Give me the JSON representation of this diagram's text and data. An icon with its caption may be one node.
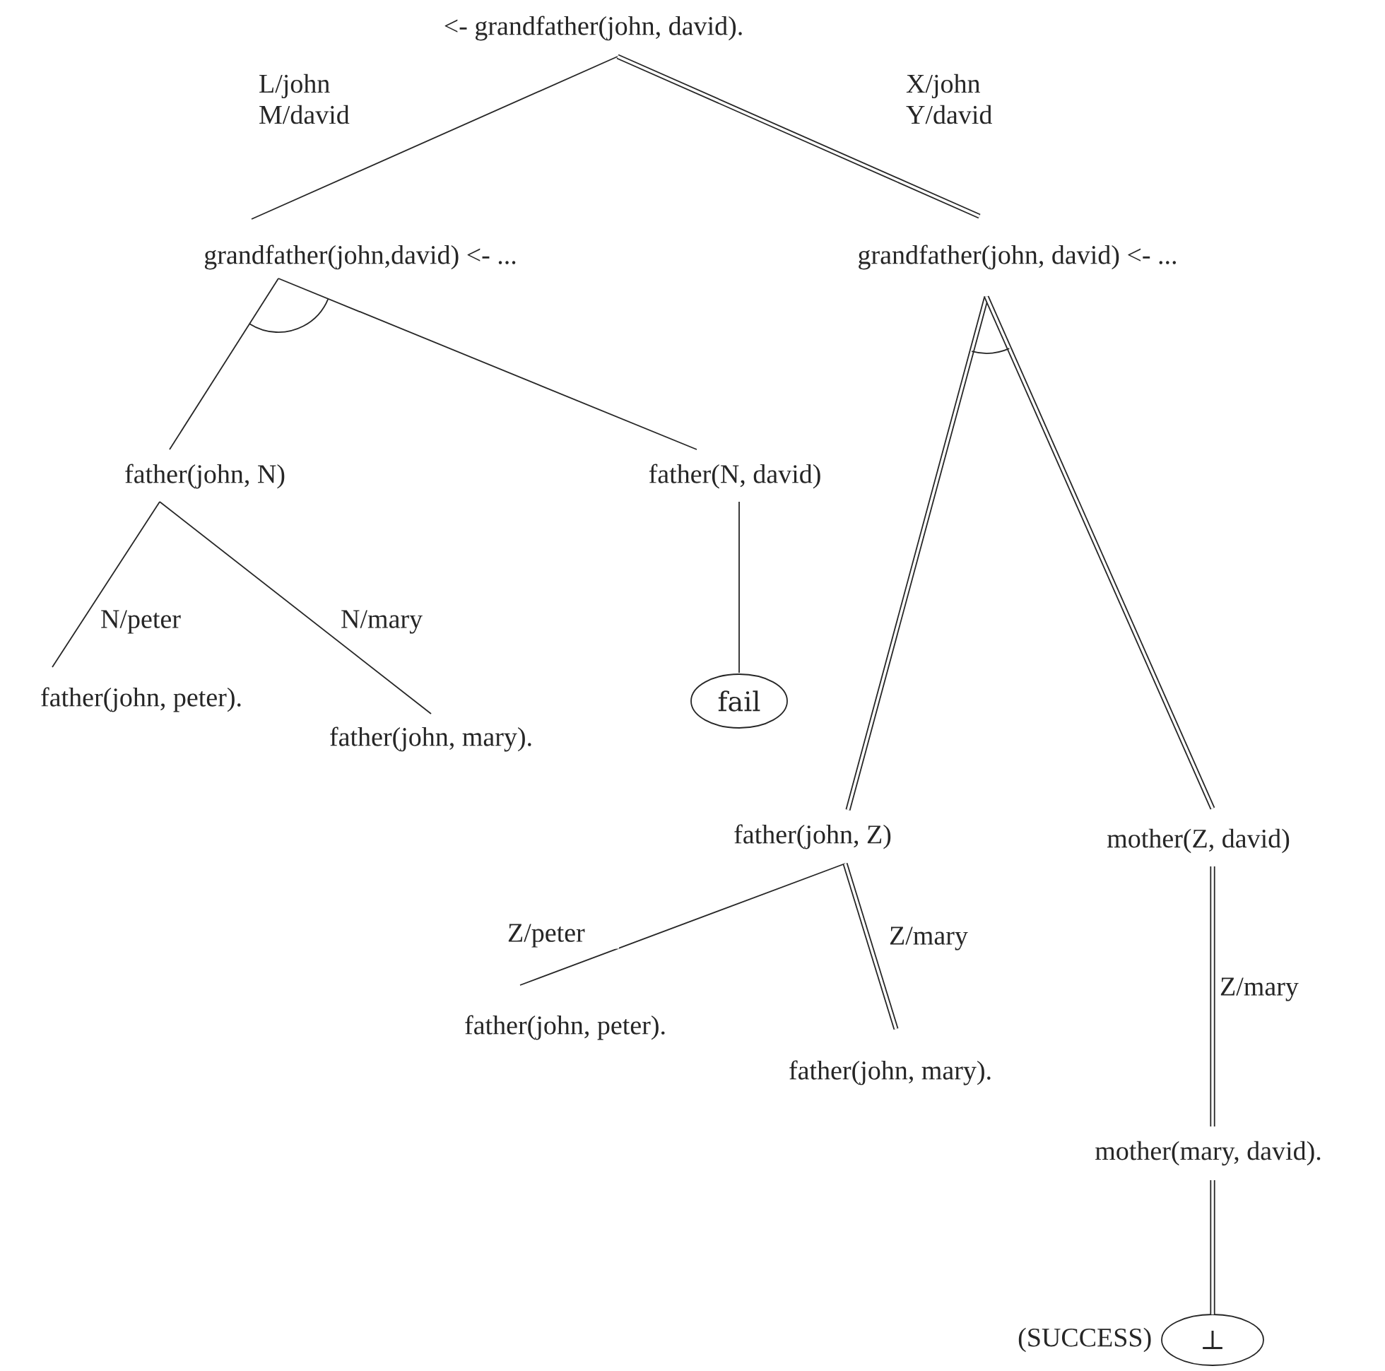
{
  "diagram": {
    "nodes": [
      {
        "text": [
          "<- grandfather(john, david)."
        ]
      },
      {
        "text": [
          "grandfather(john,david) <- ..."
        ]
      },
      {
        "text": [
          "grandfather(john, david) <- ..."
        ]
      },
      {
        "text": [
          "father(john, N)"
        ]
      },
      {
        "text": [
          "father(N, david)"
        ]
      },
      {
        "text": [
          "father(john, peter)."
        ]
      },
      {
        "text": [
          "father(john, mary)."
        ]
      },
      {
        "text": [
          "fail"
        ]
      },
      {
        "text": [
          "father(john, Z)"
        ]
      },
      {
        "text": [
          "mother(Z, david)"
        ]
      },
      {
        "text": [
          "father(john, peter)."
        ]
      },
      {
        "text": [
          "father(john, mary)."
        ]
      },
      {
        "text": [
          "mother(mary, david)."
        ]
      },
      {
        "text": [
          "⊥"
        ],
        "beside": [
          "(SUCCESS)"
        ]
      }
    ],
    "edges": [
      {
        "from": 0,
        "to": 1,
        "arrow": "none",
        "label": "L/john M/david"
      },
      {
        "from": 0,
        "to": 2,
        "arrow": "none",
        "label": "X/john Y/david",
        "style": "thick"
      },
      {
        "from": 1,
        "to": 3,
        "arrow": "none"
      },
      {
        "from": 1,
        "to": 4,
        "arrow": "none"
      },
      {
        "from": 2,
        "to": 8,
        "arrow": "none",
        "style": "thick"
      },
      {
        "from": 2,
        "to": 9,
        "arrow": "none",
        "style": "thick"
      },
      {
        "from": 3,
        "to": 5,
        "arrow": "none",
        "label": "N/peter"
      },
      {
        "from": 3,
        "to": 6,
        "arrow": "none",
        "label": "N/mary"
      },
      {
        "from": 4,
        "to": 7,
        "arrow": "none"
      },
      {
        "from": 8,
        "to": 10,
        "arrow": "none",
        "label": "Z/peter"
      },
      {
        "from": 8,
        "to": 11,
        "arrow": "none",
        "label": "Z/mary",
        "style": "thick"
      },
      {
        "from": 9,
        "to": 12,
        "arrow": "none",
        "label": "Z/mary",
        "style": "thick"
      },
      {
        "from": 12,
        "to": 13,
        "arrow": "none",
        "style": "thick"
      }
    ]
  }
}
